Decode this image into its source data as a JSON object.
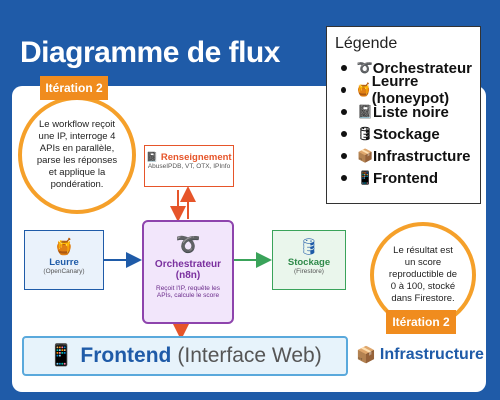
{
  "title": "Diagramme de flux",
  "legend": {
    "title": "Légende",
    "items": [
      {
        "icon": "➰",
        "label": "Orchestrateur",
        "icon_name": "loop-icon"
      },
      {
        "icon": "🍯",
        "label": "Leurre (honeypot)",
        "icon_name": "honey-pot-icon"
      },
      {
        "icon": "📓",
        "label": "Liste noire",
        "icon_name": "notebook-icon"
      },
      {
        "icon": "🛢",
        "label": "Stockage",
        "icon_name": "database-icon"
      },
      {
        "icon": "📦",
        "label": "Infrastructure",
        "icon_name": "package-icon"
      },
      {
        "icon": "📱",
        "label": "Frontend",
        "icon_name": "mobile-phone-icon"
      }
    ]
  },
  "badges": {
    "left": "Itération 2",
    "right": "Itération 2"
  },
  "notes": {
    "left": "Le workflow reçoit une IP, interroge 4 APIs en parallèle, parse les réponses et applique la pondération.",
    "right": "Le résultat est un score reproductible de 0 à 100, stocké dans Firestore."
  },
  "nodes": {
    "renseignement": {
      "icon": "📓",
      "label": "Renseignement",
      "sub": "AbuseIPDB, VT, OTX, IPInfo"
    },
    "leurre": {
      "icon": "🍯",
      "label": "Leurre",
      "sub": "(OpenCanary)"
    },
    "orchestrateur": {
      "icon": "➰",
      "label": "Orchestrateur (n8n)",
      "sub": "Reçoit l'IP, requête les APIs, calcule le score"
    },
    "stockage": {
      "icon": "🛢",
      "label": "Stockage",
      "sub": "(Firestore)"
    }
  },
  "frontend": {
    "icon": "📱",
    "label_strong": "Frontend",
    "label_rest": "(Interface Web)"
  },
  "infrastructure": {
    "icon": "📦",
    "label": "Infrastructure"
  },
  "colors": {
    "background": "#1f5ba8",
    "accent_orange": "#f08c1e",
    "orchestrator_border": "#8e44ad",
    "orchestrator_fill": "#f2e6fb",
    "leurre_border": "#1f5ba8",
    "renseignement_border": "#e6552a",
    "stockage_border": "#3aa35a",
    "frontend_border": "#5aa9dc"
  }
}
